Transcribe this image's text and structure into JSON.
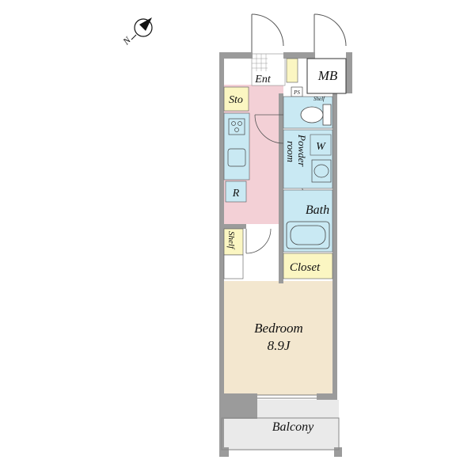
{
  "compass": {
    "letter": "N",
    "icon": "north-arrow-icon"
  },
  "rooms": {
    "entrance": "Ent",
    "meter_box": "MB",
    "storage": "Sto",
    "pipe_space": "PS",
    "toilet_shelf": "Shelf",
    "powder_room_line1": "Powder",
    "powder_room_line2": "room",
    "washer": "W",
    "refrigerator": "R",
    "bath": "Bath",
    "shelf": "Shelf",
    "closet": "Closet",
    "bedroom": "Bedroom",
    "bedroom_size": "8.9J",
    "balcony": "Balcony"
  },
  "colors": {
    "wall": "#9b9b9b",
    "entrance_floor": "#f3d0d6",
    "bedroom_floor": "#f3e7cf",
    "wet_area": "#c9e9f3",
    "storage_fill": "#fbf6c2",
    "balcony_floor": "#eaeaea"
  }
}
